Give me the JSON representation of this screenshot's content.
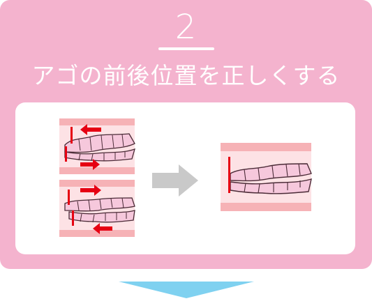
{
  "step": {
    "number": "2",
    "title": "アゴの前後位置を正しくする"
  },
  "illustrations": [
    {
      "name": "teeth-upper-jaw-forward",
      "icon": "teeth-with-arrows-icon"
    },
    {
      "name": "teeth-lower-jaw-forward",
      "icon": "teeth-with-arrows-icon"
    },
    {
      "name": "teeth-corrected",
      "icon": "aligned-teeth-icon"
    }
  ],
  "colors": {
    "card": "#f4b3ce",
    "arrow_red": "#e60012",
    "arrow_gray": "#c9c9c9",
    "down_arrow": "#7fd1f0",
    "teeth": "#f6c8dc",
    "gum": "#f2a3a3"
  }
}
